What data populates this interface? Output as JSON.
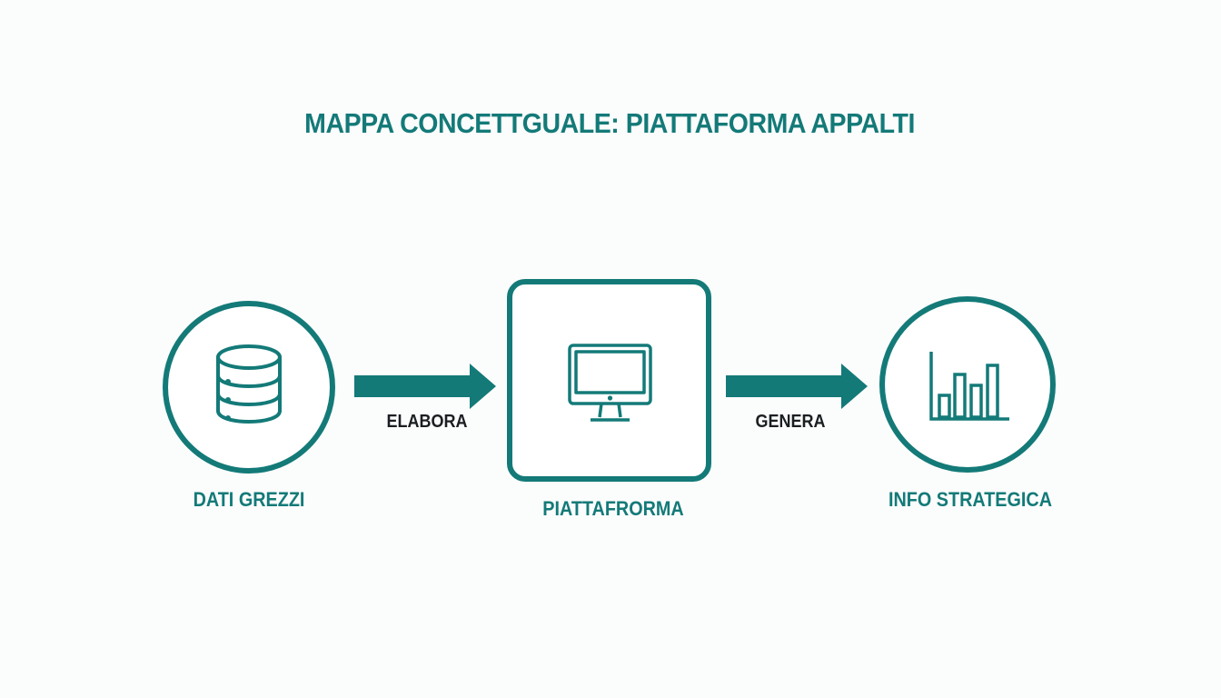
{
  "title": "MAPPA CONCETTGUALE: PIATTAFORMA APPALTI",
  "colors": {
    "accent": "#137a78",
    "edge_label": "#1b1f22",
    "background": "#fbfcfc"
  },
  "nodes": [
    {
      "label": "DATI GREZZI",
      "shape": "circle",
      "icon": "database-icon"
    },
    {
      "label": "PIATTAFRORMA",
      "shape": "rounded-square",
      "icon": "monitor-icon"
    },
    {
      "label": "INFO STRATEGICA",
      "shape": "circle",
      "icon": "bar-chart-icon"
    }
  ],
  "edges": [
    {
      "from": "DATI GREZZI",
      "to": "PIATTAFRORMA",
      "label": "ELABORA"
    },
    {
      "from": "PIATTAFRORMA",
      "to": "INFO STRATEGICA",
      "label": "GENERA"
    }
  ]
}
